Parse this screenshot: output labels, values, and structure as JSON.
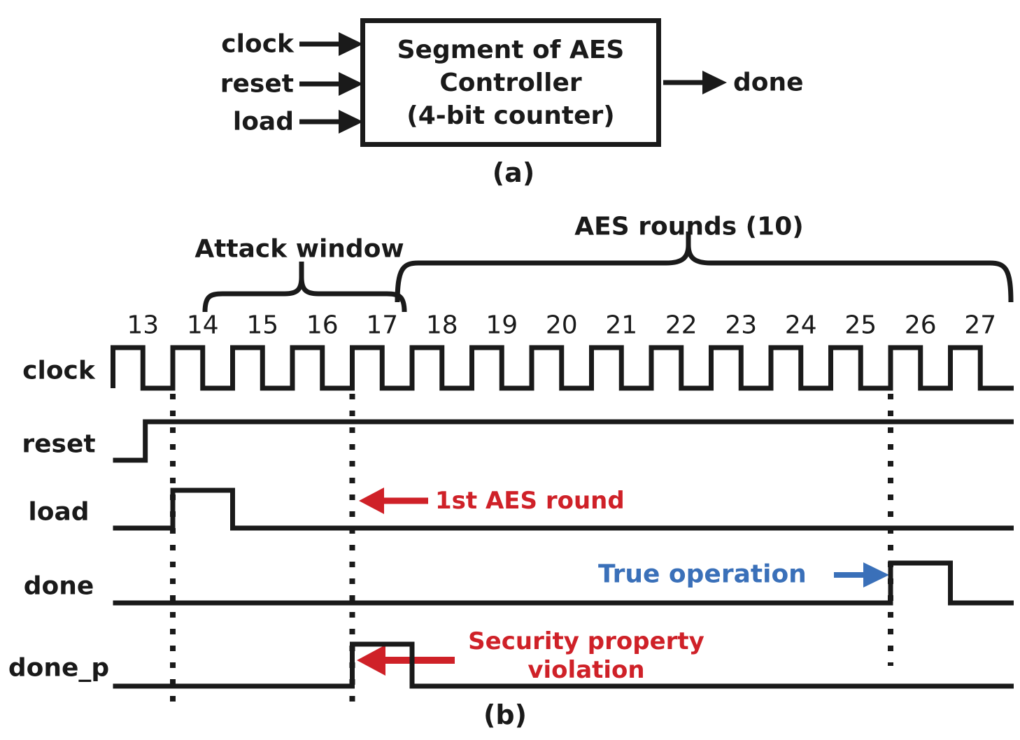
{
  "colors": {
    "ink": "#1a1a1a",
    "red": "#cf2128",
    "blue": "#3a70b9"
  },
  "block_diagram": {
    "inputs": [
      {
        "label": "clock"
      },
      {
        "label": "reset"
      },
      {
        "label": "load"
      }
    ],
    "box_lines": [
      "Segment of AES",
      "Controller",
      "(4-bit counter)"
    ],
    "output": {
      "label": "done"
    },
    "caption": "(a)"
  },
  "timing": {
    "caption": "(b)",
    "cycle_numbers": [
      "13",
      "14",
      "15",
      "16",
      "17",
      "18",
      "19",
      "20",
      "21",
      "22",
      "23",
      "24",
      "25",
      "26",
      "27"
    ],
    "guide_cycles": [
      14,
      17,
      26
    ],
    "annotations": {
      "attack_window": "Attack window",
      "aes_rounds": "AES rounds (10)",
      "first_round": "1st AES round",
      "true_operation": "True operation",
      "violation_line1": "Security property",
      "violation_line2": "violation"
    },
    "signals": [
      {
        "label": "clock",
        "wave": {
          "pattern": "clock"
        }
      },
      {
        "label": "reset",
        "wave": {
          "init": "low",
          "edges": [
            {
              "at": 13.54,
              "to": "high"
            }
          ]
        }
      },
      {
        "label": "load",
        "wave": {
          "init": "low",
          "edges": [
            {
              "at": 14,
              "to": "high"
            },
            {
              "at": 15,
              "to": "low"
            }
          ]
        }
      },
      {
        "label": "done",
        "wave": {
          "init": "low",
          "edges": [
            {
              "at": 26,
              "to": "high"
            },
            {
              "at": 27,
              "to": "low"
            }
          ]
        }
      },
      {
        "label": "done_p",
        "wave": {
          "init": "low",
          "edges": [
            {
              "at": 17,
              "to": "high"
            },
            {
              "at": 18,
              "to": "low"
            }
          ]
        }
      }
    ]
  }
}
